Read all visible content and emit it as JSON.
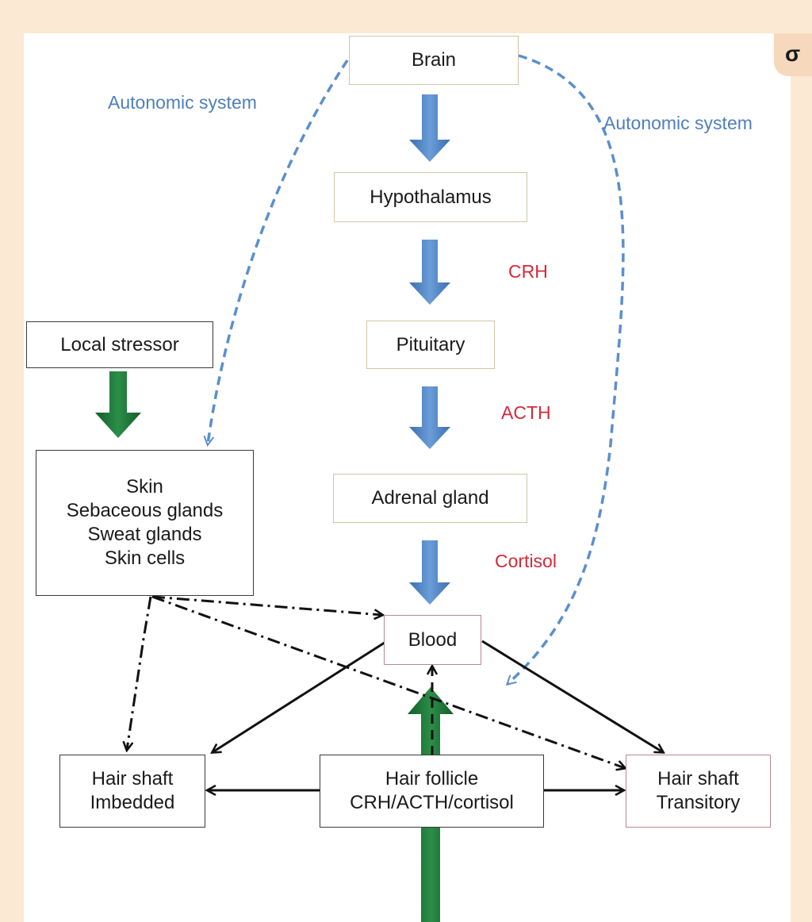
{
  "logo": {
    "glyph": "σ"
  },
  "nodes": {
    "brain": {
      "label": "Brain"
    },
    "hypothalamus": {
      "label": "Hypothalamus"
    },
    "pituitary": {
      "label": "Pituitary"
    },
    "adrenal": {
      "label": "Adrenal gland"
    },
    "blood": {
      "label": "Blood"
    },
    "local_stressor": {
      "label": "Local stressor"
    },
    "skin": {
      "lines": [
        "Skin",
        "Sebaceous glands",
        "Sweat glands",
        "Skin cells"
      ]
    },
    "hair_imbedded": {
      "lines": [
        "Hair shaft",
        "Imbedded"
      ]
    },
    "hair_follicle": {
      "lines": [
        "Hair follicle",
        "CRH/ACTH/cortisol"
      ]
    },
    "hair_transitory": {
      "lines": [
        "Hair shaft",
        "Transitory"
      ]
    }
  },
  "labels": {
    "autonomic_left": "Autonomic system",
    "autonomic_right": "Autonomic system",
    "crh": "CRH",
    "acth": "ACTH",
    "cortisol": "Cortisol"
  },
  "colors": {
    "blue_arrow": "#4a7fc1",
    "green_arrow": "#1f7a3a",
    "dashed_blue": "#5b8fce",
    "hormone_red": "#d42a3a"
  }
}
